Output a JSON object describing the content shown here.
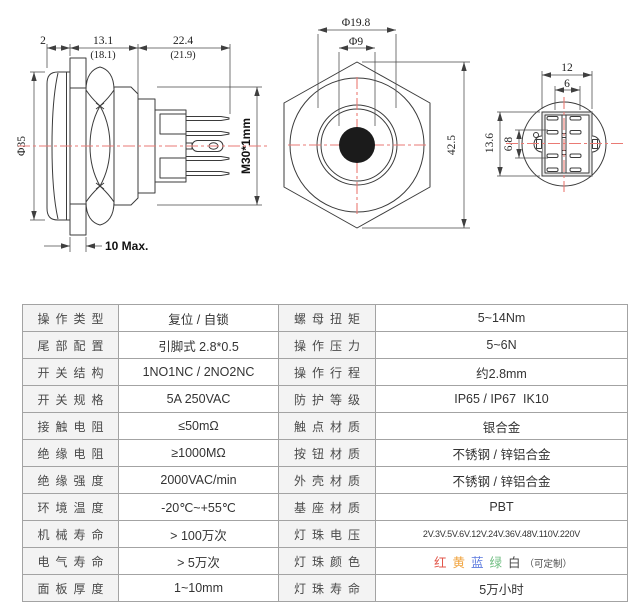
{
  "drawing": {
    "centerline_color": "#ea7a74",
    "view_side": {
      "dim_head_protrusion": "2",
      "dim_front_depth": "13.1",
      "dim_front_depth_alt": "(18.1)",
      "dim_rear_depth": "22.4",
      "dim_rear_depth_alt": "(21.9)",
      "dim_head_diameter": "Φ35",
      "dim_thread": "M30*1mm",
      "dim_panel_thickness": "10 Max."
    },
    "view_front": {
      "dim_bezel_diameter": "Φ19.8",
      "dim_led_diameter": "Φ9",
      "dim_hex_height": "42.5"
    },
    "view_rear": {
      "dim_block_width": "12",
      "dim_pin_pitch": "6",
      "dim_block_height": "13.6",
      "dim_pin_row_pitch": "6.8"
    }
  },
  "spec_table": {
    "rows": [
      {
        "label1": "操作类型",
        "value1": "复位 / 自锁",
        "label2": "螺母扭矩",
        "value2": "5~14Nm"
      },
      {
        "label1": "尾部配置",
        "value1": "引脚式 2.8*0.5",
        "label2": "操作压力",
        "value2": "5~6N"
      },
      {
        "label1": "开关结构",
        "value1": "1NO1NC / 2NO2NC",
        "label2": "操作行程",
        "value2": "约2.8mm"
      },
      {
        "label1": "开关规格",
        "value1": "5A 250VAC",
        "label2": "防护等级",
        "value2": "IP65 / IP67  IK10"
      },
      {
        "label1": "接触电阻",
        "value1": "≤50mΩ",
        "label2": "触点材质",
        "value2": "银合金"
      },
      {
        "label1": "绝缘电阻",
        "value1": "≥1000MΩ",
        "label2": "按钮材质",
        "value2": "不锈钢 / 锌铝合金"
      },
      {
        "label1": "绝缘强度",
        "value1": "2000VAC/min",
        "label2": "外壳材质",
        "value2": "不锈钢 / 锌铝合金"
      },
      {
        "label1": "环境温度",
        "value1": "-20℃~+55℃",
        "label2": "基座材质",
        "value2": "PBT"
      },
      {
        "label1": "机械寿命",
        "value1": "> 100万次",
        "label2": "灯珠电压",
        "value2": "2V.3V.5V.6V.12V.24V.36V.48V.110V.220V",
        "small2": true
      },
      {
        "label1": "电气寿命",
        "value1": "> 5万次",
        "label2": "灯珠颜色",
        "value2": "",
        "lamp_colors": true
      },
      {
        "label1": "面板厚度",
        "value1": "1~10mm",
        "label2": "灯珠寿命",
        "value2": "5万小时"
      }
    ],
    "lamp_colors": {
      "segments": [
        {
          "text": "红",
          "color": "#e2564a"
        },
        {
          "text": "黄",
          "color": "#f0a23b"
        },
        {
          "text": "蓝",
          "color": "#5b79de"
        },
        {
          "text": "绿",
          "color": "#6ebd80"
        },
        {
          "text": "白",
          "color": "#4a4a4a"
        }
      ],
      "suffix": "（可定制）"
    }
  }
}
